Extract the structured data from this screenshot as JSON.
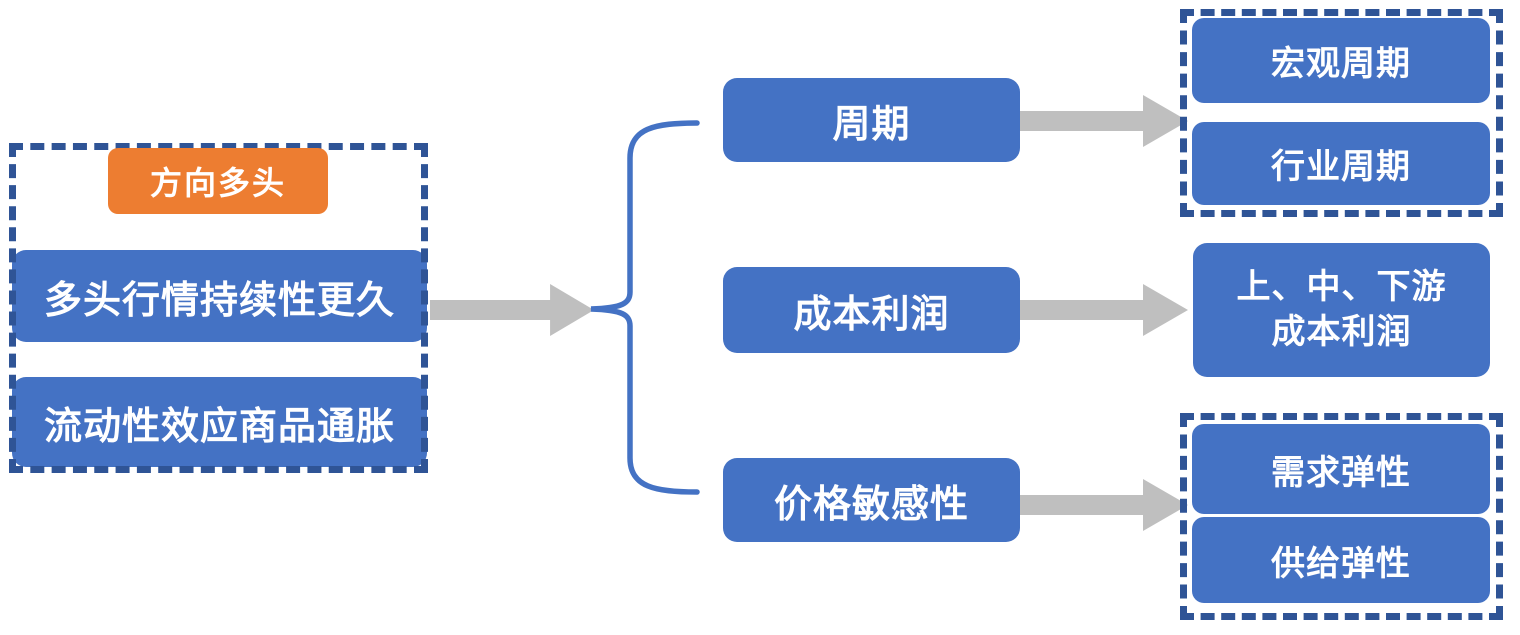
{
  "colors": {
    "node_blue": "#4472C4",
    "frame_navy": "#2F5496",
    "tag_orange": "#ED7D31",
    "arrow_gray": "#BFBFBF",
    "text_white": "#FFFFFF"
  },
  "left_group": {
    "tag_label": "方向多头",
    "items": [
      {
        "label": "多头行情持续性更久"
      },
      {
        "label": "流动性效应商品通胀"
      }
    ]
  },
  "middle_nodes": [
    {
      "label": "周期"
    },
    {
      "label": "成本利润"
    },
    {
      "label": "价格敏感性"
    }
  ],
  "right_groups": {
    "cycle": {
      "items": [
        {
          "label": "宏观周期"
        },
        {
          "label": "行业周期"
        }
      ]
    },
    "cost_profit": {
      "line1": "上、中、下游",
      "line2": "成本利润"
    },
    "elasticity": {
      "items": [
        {
          "label": "需求弹性"
        },
        {
          "label": "供给弹性"
        }
      ]
    }
  },
  "icons": {
    "arrow": "right-arrow",
    "brace": "left-curly-brace"
  }
}
